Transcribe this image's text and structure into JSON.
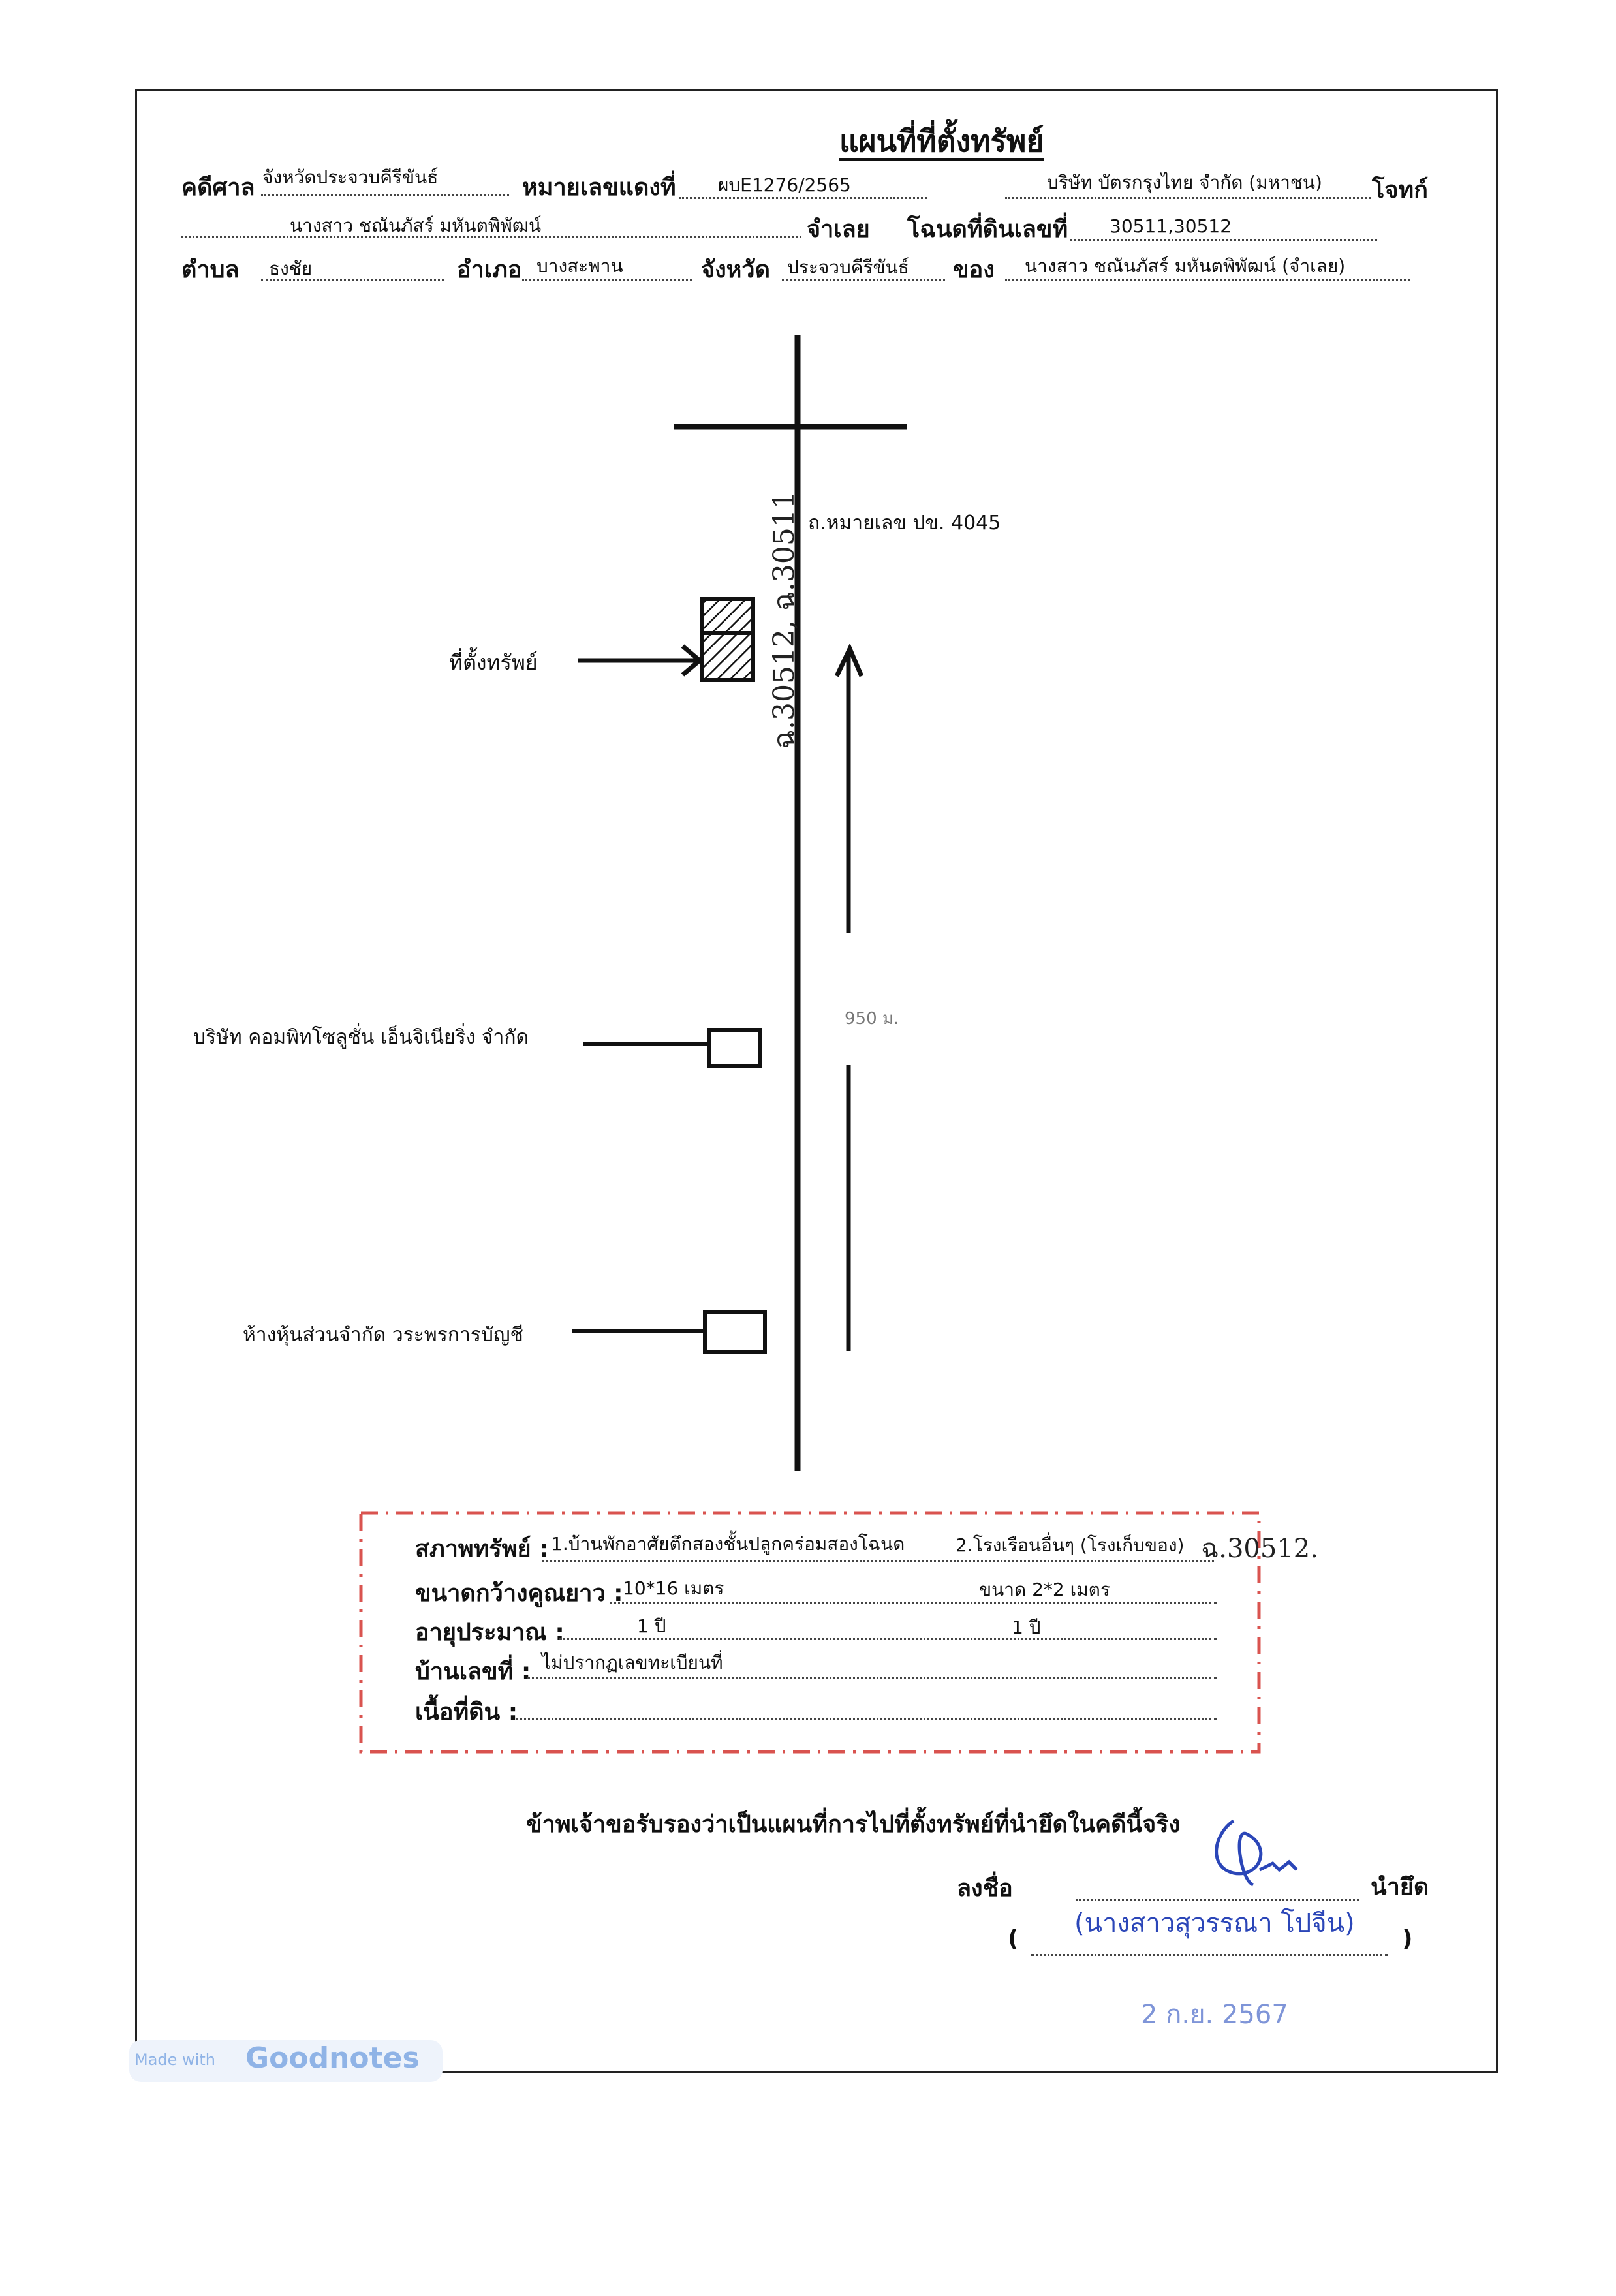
{
  "title": "แผนที่ที่ตั้งทรัพย์",
  "header": {
    "court_label": "คดีศาล",
    "court_value": "จังหวัดประจวบคีรีขันธ์",
    "case_label": "หมายเลขแดงที่",
    "case_value": "ผบE1276/2565",
    "plaintiff_value": "บริษัท บัตรกรุงไทย จำกัด (มหาชน)",
    "plaintiff_label": "โจทก์",
    "defendant_value": "นางสาว ชณันภัสร์ มหันตพิพัฒน์",
    "defendant_label": "จำเลย",
    "deed_label": "โฉนดที่ดินเลขที่",
    "deed_value": "30511,30512",
    "subdistrict_label": "ตำบล",
    "subdistrict_value": "ธงชัย",
    "district_label": "อำเภอ",
    "district_value": "บางสะพาน",
    "province_label": "จังหวัด",
    "province_value": "ประจวบคีรีขันธ์",
    "owner_label": "ของ",
    "owner_value": "นางสาว ชณันภัสร์ มหันตพิพัฒน์  (จำเลย)"
  },
  "map": {
    "road_label": "ถ.หมายเลข ปข. 4045",
    "property_label": "ที่ตั้งทรัพย์",
    "handwritten_deeds": "ฉ.30512, ฉ.30511",
    "distance_label": "950 ม.",
    "landmark1": "บริษัท คอมพิทโซลูชั่น เอ็นจิเนียริ่ง จำกัด",
    "landmark2": "ห้างหุ้นส่วนจำกัด วระพรการบัญชี"
  },
  "condition": {
    "asset_label": "สภาพทรัพย์ :",
    "asset_value1": "1.บ้านพักอาศัยตึกสองชั้นปลูกคร่อมสองโฉนด",
    "asset_value2": "2.โรงเรือนอื่นๆ (โรงเก็บของ)",
    "asset_handwritten": "ฉ.30512.",
    "size_label": "ขนาดกว้างคูณยาว :",
    "size_value1": "10*16 เมตร",
    "size_value2": "ขนาด 2*2 เมตร",
    "age_label": "อายุประมาณ :",
    "age_value1": "1 ปี",
    "age_value2": "1 ปี",
    "house_no_label": "บ้านเลขที่ :",
    "house_no_value": "ไม่ปรากฏเลขทะเบียนที่",
    "land_area_label": "เนื้อที่ดิน :"
  },
  "certification": {
    "statement": "ข้าพเจ้าขอรับรองว่าเป็นแผนที่การไปที่ตั้งทรัพย์ที่นำยึดในคดีนี้จริง",
    "sign_label": "ลงชื่อ",
    "role_label": "นำยึด",
    "open_paren": "(",
    "close_paren": ")",
    "signer_name": "(นางสาวสุวรรณา โปจีน)",
    "stamp_date": "2 ก.ย. 2567"
  },
  "badge": {
    "small": "Made with",
    "big": "Goodnotes"
  },
  "colors": {
    "ink": "#111111",
    "border_dash": "#d9534f",
    "signature_blue": "#2b46b8",
    "stamp_blue": "#7f95d8",
    "badge_text": "#8fb3e6"
  }
}
